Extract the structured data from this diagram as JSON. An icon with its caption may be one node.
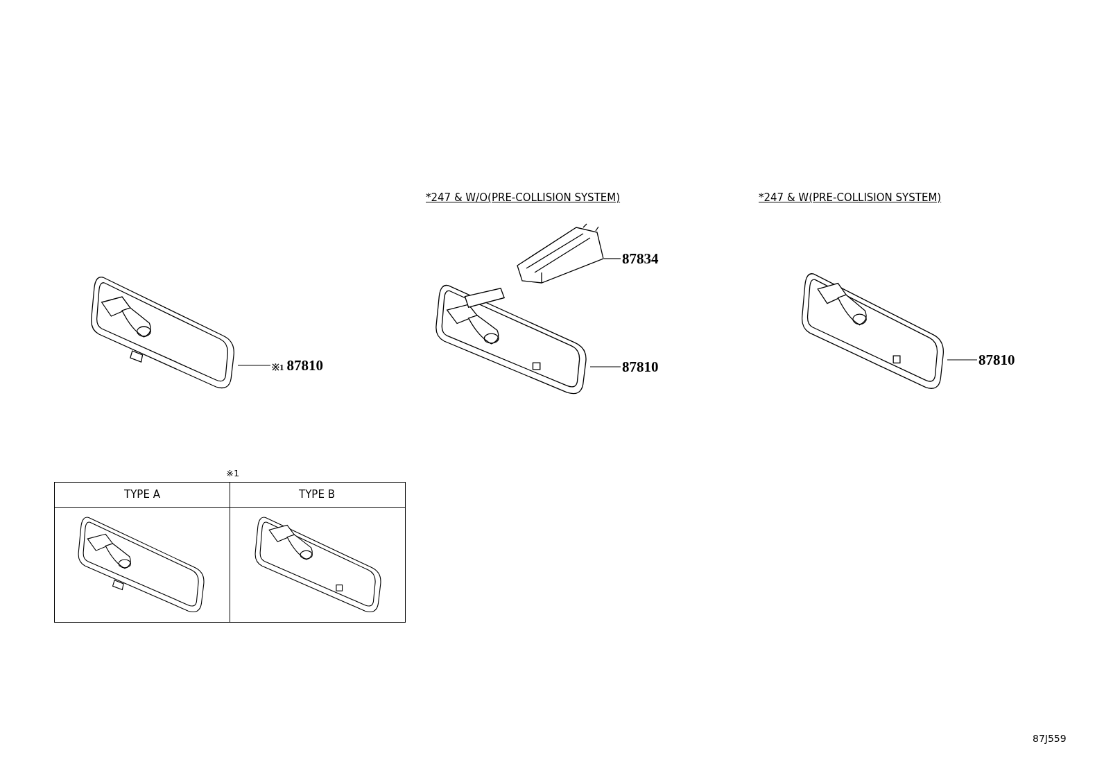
{
  "diagram": {
    "nodes": [
      {
        "text": [
          "※1",
          "87810"
        ]
      },
      {
        "text": [],
        "shape": "picture"
      },
      {
        "text": [
          "87834"
        ]
      },
      {
        "text": [],
        "shape": "picture"
      },
      {
        "text": [
          "87810"
        ]
      },
      {
        "text": [],
        "shape": "picture"
      },
      {
        "text": [
          "87810"
        ]
      },
      {
        "text": [],
        "shape": "picture"
      }
    ],
    "edges": [
      {
        "from": 0,
        "to": 1,
        "arrow": "none"
      },
      {
        "from": 2,
        "to": 3,
        "arrow": "none"
      },
      {
        "from": 4,
        "to": 5,
        "arrow": "none"
      },
      {
        "from": 6,
        "to": 7,
        "arrow": "none"
      }
    ],
    "labels": [
      "*247 & W/O(PRE-COLLISION SYSTEM)",
      "*247 & W(PRE-COLLISION SYSTEM)",
      "※1",
      "TYPE A",
      "TYPE B",
      "87J559"
    ]
  }
}
